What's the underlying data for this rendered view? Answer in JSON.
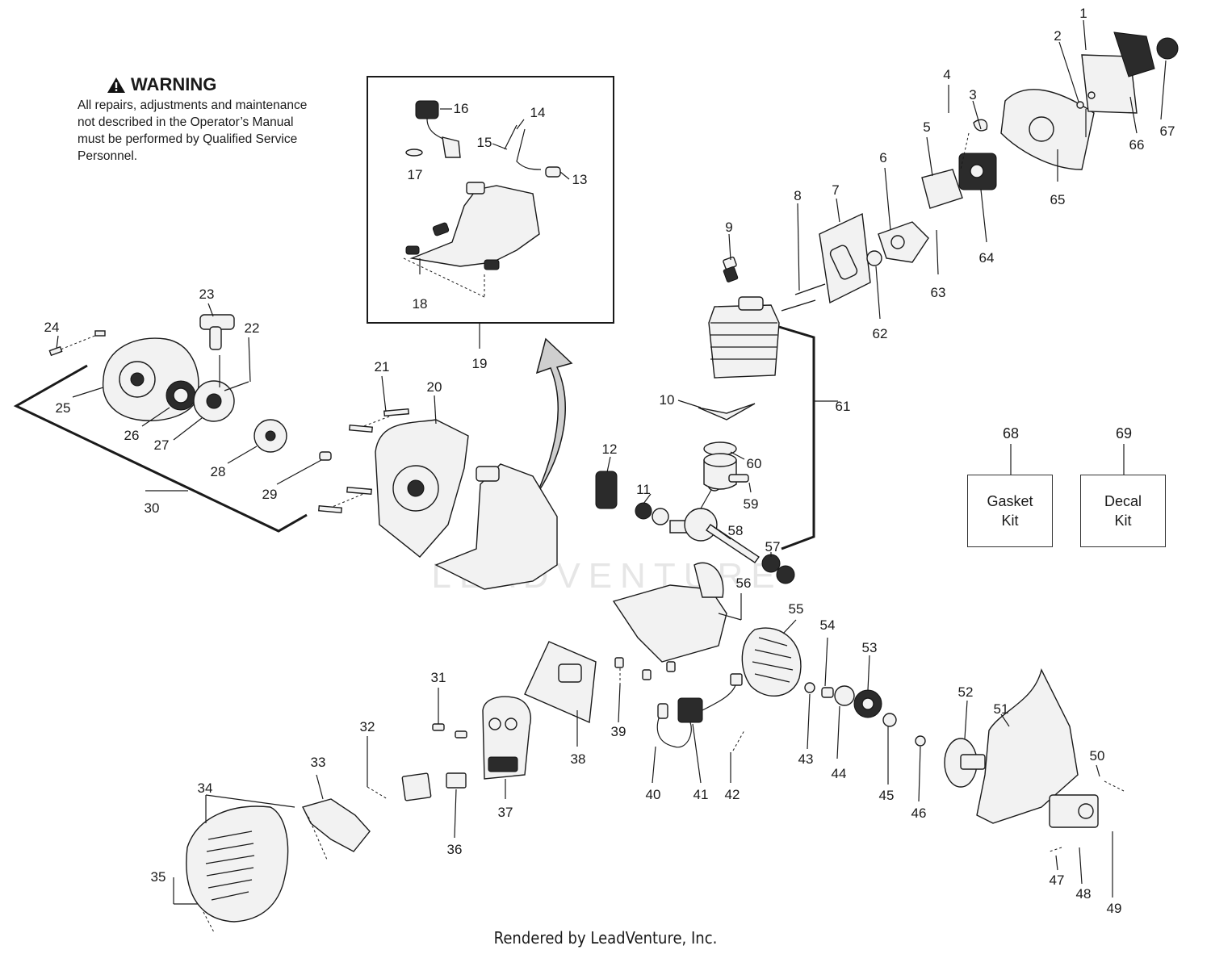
{
  "warning": {
    "title": "WARNING",
    "text": "All repairs, adjustments and maintenance not described in the Operator’s Manual must be performed by Qualified Service Personnel."
  },
  "kits": [
    {
      "number": "68",
      "label": "Gasket\nKit"
    },
    {
      "number": "69",
      "label": "Decal\nKit"
    }
  ],
  "watermark": "LEADVENTURE",
  "footer": "Rendered by LeadVenture, Inc.",
  "callouts": [
    "1",
    "2",
    "3",
    "4",
    "5",
    "6",
    "7",
    "8",
    "9",
    "10",
    "11",
    "12",
    "13",
    "14",
    "15",
    "16",
    "17",
    "18",
    "19",
    "20",
    "21",
    "22",
    "23",
    "24",
    "25",
    "26",
    "27",
    "28",
    "29",
    "30",
    "31",
    "32",
    "33",
    "34",
    "35",
    "36",
    "37",
    "38",
    "39",
    "40",
    "41",
    "42",
    "43",
    "44",
    "45",
    "46",
    "47",
    "48",
    "49",
    "50",
    "51",
    "52",
    "53",
    "54",
    "55",
    "56",
    "57",
    "58",
    "59",
    "60",
    "61",
    "62",
    "63",
    "64",
    "65",
    "66",
    "67"
  ]
}
